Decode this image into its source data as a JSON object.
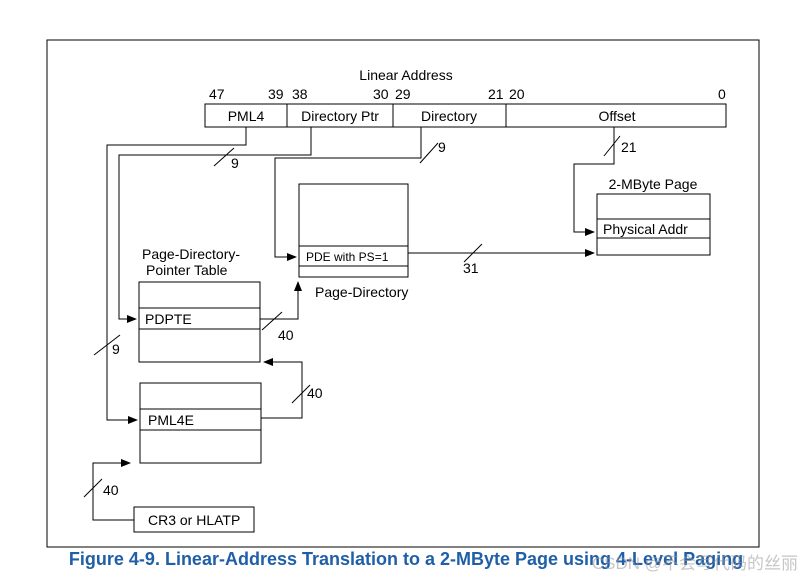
{
  "linear_address": {
    "title": "Linear Address",
    "bit_labels": [
      "47",
      "39",
      "38",
      "30",
      "29",
      "21",
      "20",
      "0"
    ],
    "fields": [
      "PML4",
      "Directory Ptr",
      "Directory",
      "Offset"
    ]
  },
  "tables": {
    "page_directory_pointer_table": {
      "title_line1": "Page-Directory-",
      "title_line2": "Pointer Table",
      "entry": "PDPTE"
    },
    "page_directory": {
      "title": "Page-Directory",
      "entry": "PDE with PS=1"
    },
    "page_2mb": {
      "title": "2-MByte Page",
      "entry": "Physical Addr"
    },
    "pml4": {
      "entry": "PML4E"
    },
    "cr3": {
      "label": "CR3 or HLATP"
    }
  },
  "bit_widths": {
    "pml4_index": "9",
    "dirptr_index": "9",
    "dir_index": "9",
    "offset": "21",
    "pde_to_page": "31",
    "pdpte_to_pd": "40",
    "pml4e_to_pdpt": "40",
    "cr3_to_pml4": "40"
  },
  "caption": {
    "text": "Figure 4-9.  Linear-Address Translation to a 2-MByte Page using 4-Level Paging",
    "watermark": "CSDN @不会写代码的丝丽"
  }
}
